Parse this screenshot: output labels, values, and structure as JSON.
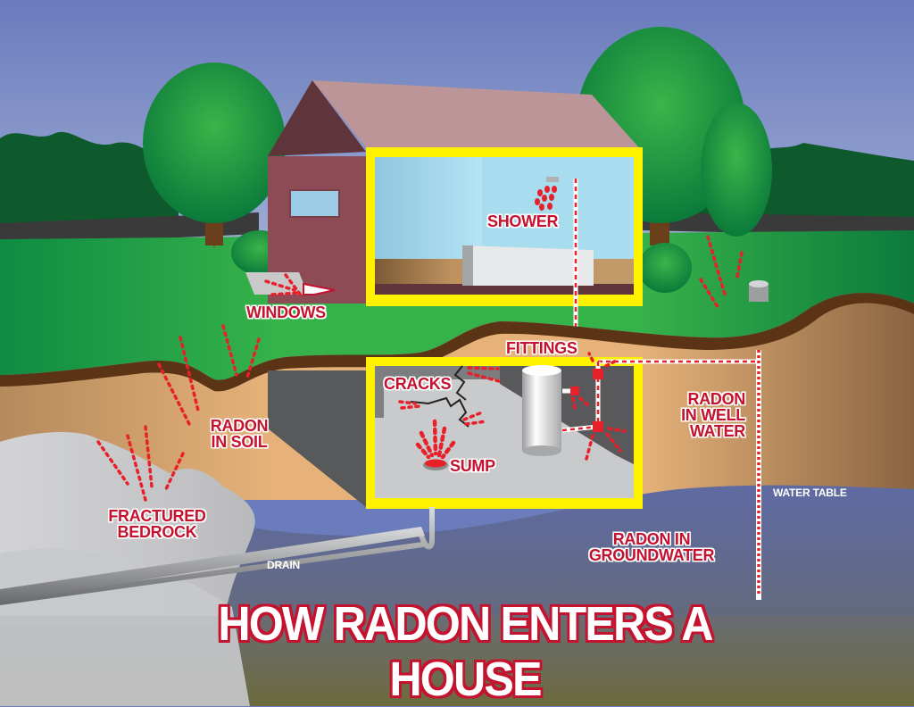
{
  "title": "HOW RADON ENTERS A HOUSE",
  "labels": {
    "shower": "SHOWER",
    "windows": "WINDOWS",
    "fittings": "FITTINGS",
    "cracks": "CRACKS",
    "sump": "SUMP",
    "radon_in_soil": [
      "RADON",
      "IN SOIL"
    ],
    "radon_in_well_water": [
      "RADON",
      "IN WELL",
      "WATER"
    ],
    "fractured_bedrock": [
      "FRACTURED",
      "BEDROCK"
    ],
    "radon_in_groundwater": [
      "RADON IN",
      "GROUNDWATER"
    ],
    "water_table": "WATER TABLE",
    "drain": "DRAIN"
  },
  "colors": {
    "sky": "#6b7cbc",
    "grass": "#2fa84a",
    "soil": "#e2b07a",
    "topsoil": "#5a3414",
    "groundwater": "#5f6a9c",
    "bedrock": "#c7c8ca",
    "house_wall": "#8c4b55",
    "roof": "#bb9597",
    "frame": "#fff200",
    "room": "#a8dcef",
    "basement": "#c9cacc",
    "radon": "#e8202a",
    "label_red": "#c4122f"
  }
}
